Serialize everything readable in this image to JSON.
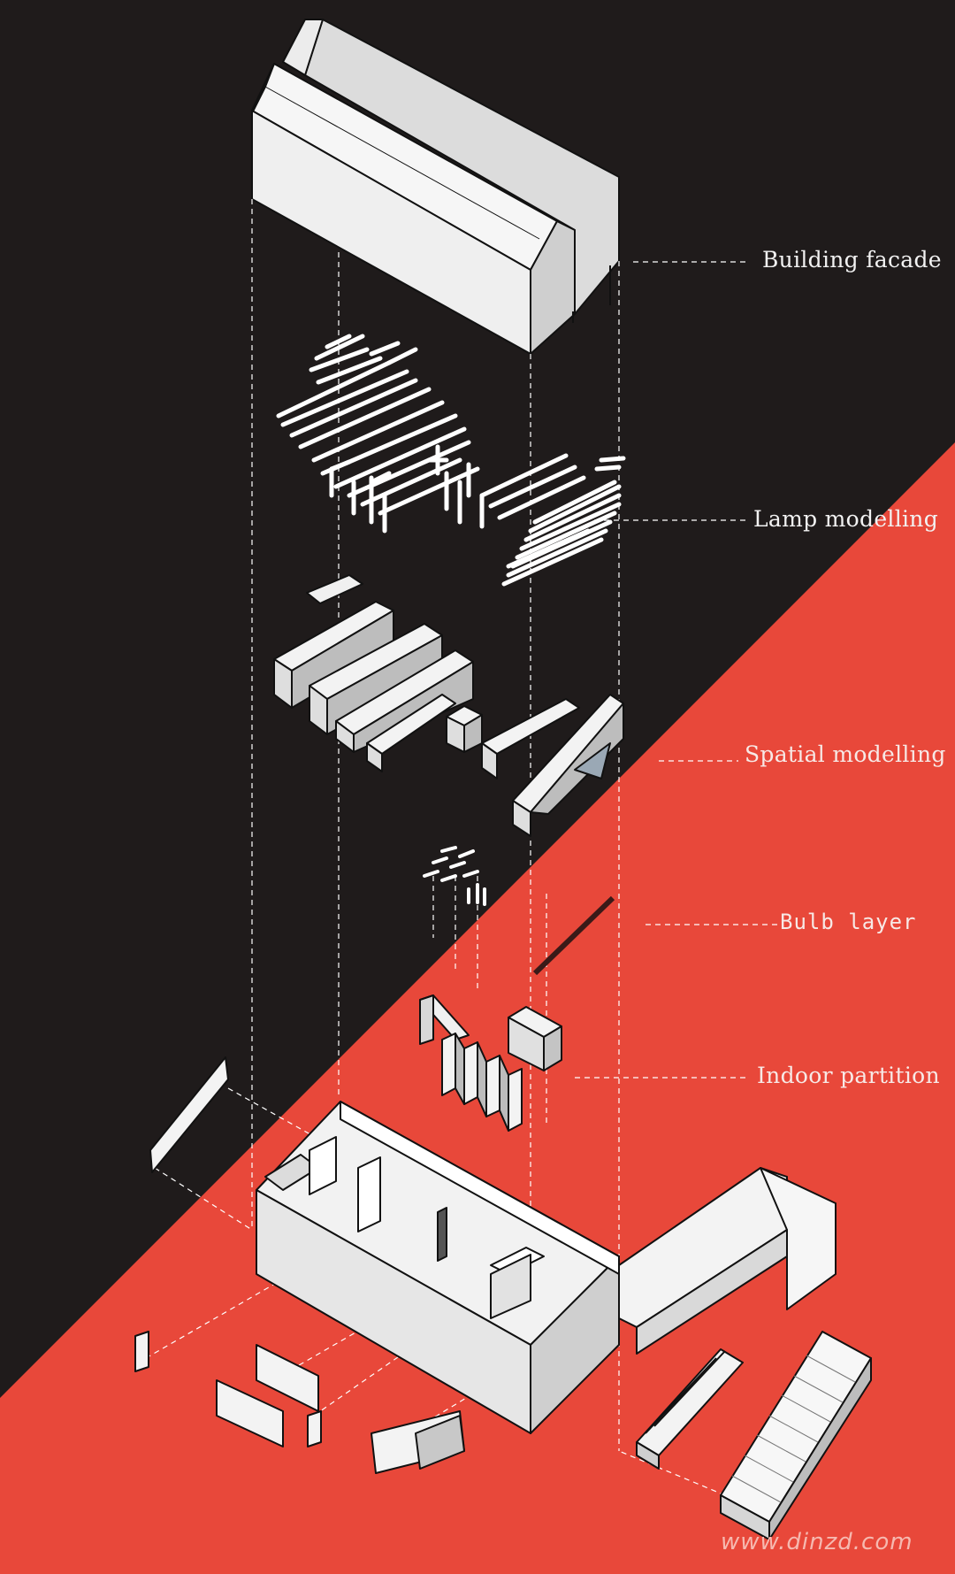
{
  "colors": {
    "background_dark": "#1f1b1b",
    "background_red": "#e8483a",
    "line_white": "#ffffff",
    "model_fill": "#f4f4f4",
    "model_shade": "#c9c9c9",
    "model_stroke": "#111111",
    "watermark": "#f6b9b0"
  },
  "layers": [
    {
      "id": "facade",
      "label": "Building facade"
    },
    {
      "id": "lamp",
      "label": "Lamp modelling"
    },
    {
      "id": "spatial",
      "label": "Spatial modelling"
    },
    {
      "id": "bulb",
      "label": "Bulb layer"
    },
    {
      "id": "partition",
      "label": "Indoor partition"
    }
  ],
  "watermark": "www.dinzd.com"
}
